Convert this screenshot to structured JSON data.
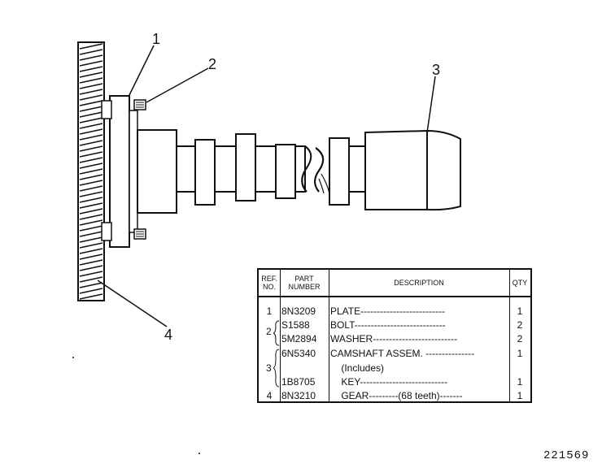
{
  "callouts": [
    "1",
    "2",
    "3",
    "4"
  ],
  "table": {
    "headers": {
      "ref_no": "REF. NO.",
      "part_number": "PART NUMBER",
      "description": "DESCRIPTION",
      "qty": "QTY"
    },
    "rows": [
      {
        "ref": "1",
        "part": "8N3209",
        "desc": "PLATE--------------------------",
        "qty": "1"
      },
      {
        "ref": "",
        "part": "S1588",
        "desc": "BOLT----------------------------",
        "qty": "2"
      },
      {
        "ref": "",
        "part": "5M2894",
        "desc": "WASHER--------------------------",
        "qty": "2"
      },
      {
        "ref": "",
        "part": "6N5340",
        "desc": "CAMSHAFT ASSEM. ---------------",
        "qty": "1"
      },
      {
        "ref": "",
        "part": "",
        "desc": "    (Includes)",
        "qty": ""
      },
      {
        "ref": "",
        "part": "1B8705",
        "desc": "    KEY---------------------------",
        "qty": "1"
      },
      {
        "ref": "4",
        "part": "8N3210",
        "desc": "    GEAR---------(68 teeth)-------",
        "qty": "1"
      }
    ],
    "group_refs": {
      "bolt_washer": "2",
      "camshaft": "3"
    }
  },
  "drawing_number": "221569"
}
